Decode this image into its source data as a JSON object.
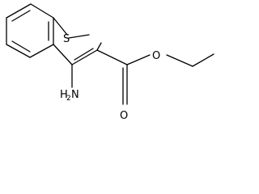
{
  "molecule": {
    "atoms": {
      "sulfur": "S",
      "oxygen_ester": "O",
      "oxygen_carbonyl": "O",
      "amino_symbol": "H",
      "amino_subscript": "2",
      "amino_element": "N"
    },
    "colors": {
      "bond": "#000000",
      "label": "#000000",
      "background": "#ffffff"
    }
  }
}
